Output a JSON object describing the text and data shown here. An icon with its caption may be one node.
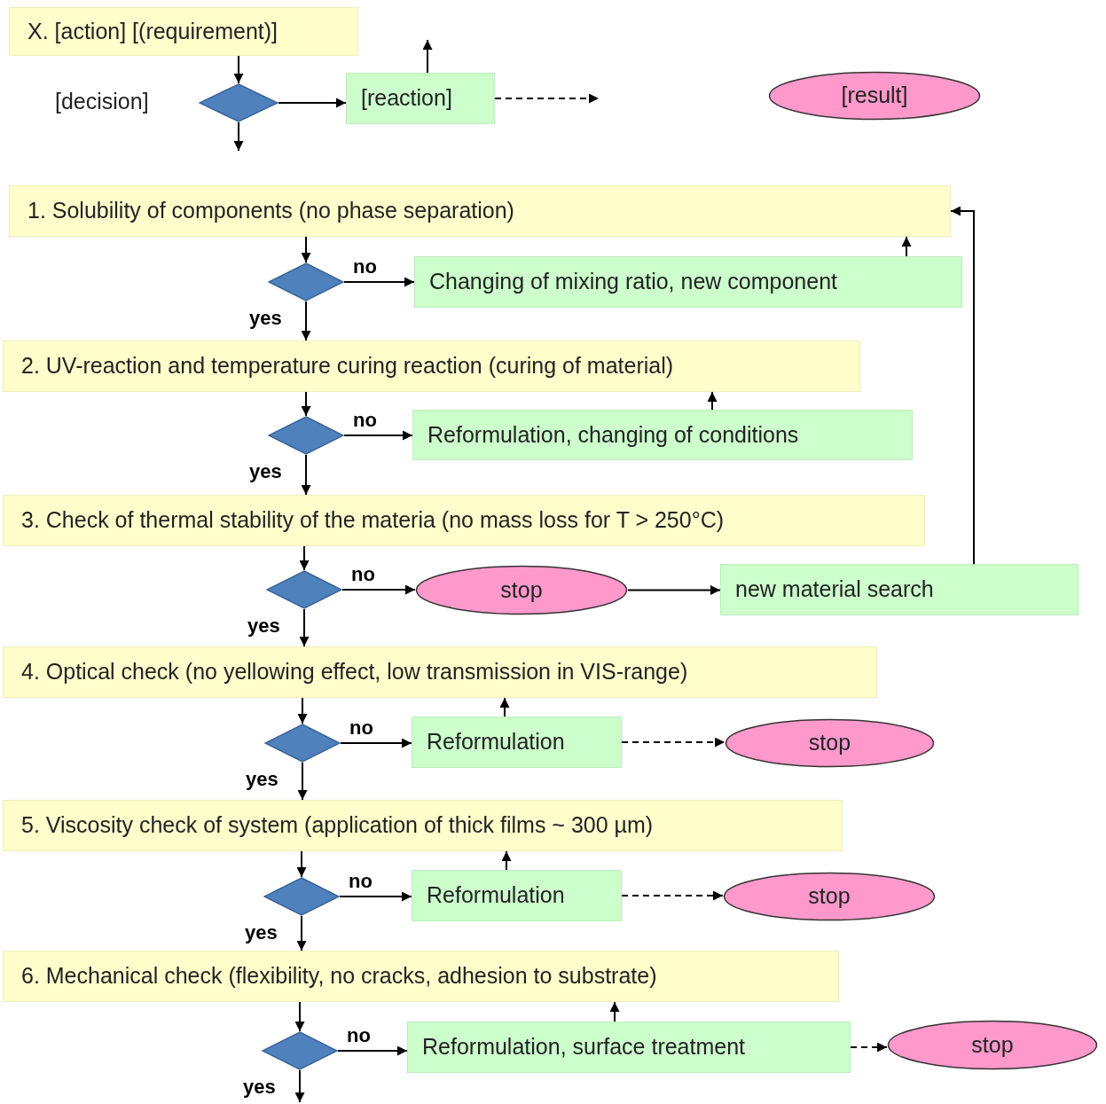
{
  "diagram": {
    "nodes": [
      {
        "text": [
          "X. [action] [(requirement)]"
        ]
      },
      {
        "text": [],
        "shape": "diamond",
        "beside": [
          "[decision]"
        ]
      },
      {
        "text": [
          "[reaction]"
        ]
      },
      {
        "text": [
          "[result]"
        ]
      },
      {
        "text": [
          "1. Solubility of components (no phase separation)"
        ]
      },
      {
        "text": [],
        "shape": "diamond"
      },
      {
        "text": [
          "Changing of mixing ratio, new component"
        ]
      },
      {
        "text": [
          "2. UV-reaction and temperature curing reaction (curing of material)"
        ]
      },
      {
        "text": [],
        "shape": "diamond"
      },
      {
        "text": [
          "Reformulation, changing of conditions"
        ]
      },
      {
        "text": [
          "3. Check of thermal stability of the materia (no mass loss for T > 250°C)"
        ]
      },
      {
        "text": [],
        "shape": "diamond"
      },
      {
        "text": [
          "stop"
        ]
      },
      {
        "text": [
          "new material search"
        ]
      },
      {
        "text": [
          "4. Optical check (no yellowing effect, low transmission in VIS-range)"
        ]
      },
      {
        "text": [],
        "shape": "diamond"
      },
      {
        "text": [
          "Reformulation"
        ]
      },
      {
        "text": [
          "stop"
        ]
      },
      {
        "text": [
          "5. Viscosity check of system (application of thick films ~ 300 µm)"
        ]
      },
      {
        "text": [],
        "shape": "diamond"
      },
      {
        "text": [
          "Reformulation"
        ]
      },
      {
        "text": [
          "stop"
        ]
      },
      {
        "text": [
          "6. Mechanical check (flexibility, no cracks, adhesion to substrate)"
        ]
      },
      {
        "text": [],
        "shape": "diamond"
      },
      {
        "text": [
          "Reformulation, surface treatment"
        ]
      },
      {
        "text": [
          "stop"
        ]
      }
    ],
    "edges": [
      {
        "from": 0,
        "to": 1,
        "arrow": "to"
      },
      {
        "from": 1,
        "to": null,
        "arrow": "to"
      },
      {
        "from": 1,
        "to": 2,
        "arrow": "to"
      },
      {
        "from": 2,
        "to": null,
        "arrow": "to"
      },
      {
        "from": 2,
        "to": null,
        "arrow": "to",
        "style": "dashed"
      },
      {
        "from": 4,
        "to": 5,
        "arrow": "to"
      },
      {
        "from": 5,
        "to": 6,
        "arrow": "to",
        "label": "no"
      },
      {
        "from": 5,
        "to": 7,
        "arrow": "to",
        "label": "yes"
      },
      {
        "from": 6,
        "to": 4,
        "arrow": "to"
      },
      {
        "from": 7,
        "to": 8,
        "arrow": "to"
      },
      {
        "from": 8,
        "to": 9,
        "arrow": "to",
        "label": "no"
      },
      {
        "from": 8,
        "to": 10,
        "arrow": "to",
        "label": "yes"
      },
      {
        "from": 9,
        "to": 7,
        "arrow": "to"
      },
      {
        "from": 10,
        "to": 11,
        "arrow": "to"
      },
      {
        "from": 11,
        "to": 12,
        "arrow": "to",
        "label": "no"
      },
      {
        "from": 11,
        "to": 14,
        "arrow": "to",
        "label": "yes"
      },
      {
        "from": 12,
        "to": 13,
        "arrow": "to"
      },
      {
        "from": 13,
        "to": 4,
        "arrow": "to"
      },
      {
        "from": 14,
        "to": 15,
        "arrow": "to"
      },
      {
        "from": 15,
        "to": 16,
        "arrow": "to",
        "label": "no"
      },
      {
        "from": 15,
        "to": 18,
        "arrow": "to",
        "label": "yes"
      },
      {
        "from": 16,
        "to": 14,
        "arrow": "to"
      },
      {
        "from": 16,
        "to": 17,
        "arrow": "to",
        "style": "dashed"
      },
      {
        "from": 18,
        "to": 19,
        "arrow": "to"
      },
      {
        "from": 19,
        "to": 20,
        "arrow": "to",
        "label": "no"
      },
      {
        "from": 19,
        "to": 22,
        "arrow": "to",
        "label": "yes"
      },
      {
        "from": 20,
        "to": 18,
        "arrow": "to"
      },
      {
        "from": 20,
        "to": 21,
        "arrow": "to",
        "style": "dashed"
      },
      {
        "from": 22,
        "to": 23,
        "arrow": "to"
      },
      {
        "from": 23,
        "to": 24,
        "arrow": "to",
        "label": "no"
      },
      {
        "from": 23,
        "to": null,
        "arrow": "to",
        "label": "yes"
      },
      {
        "from": 24,
        "to": 22,
        "arrow": "to"
      },
      {
        "from": 24,
        "to": 25,
        "arrow": "to",
        "style": "dashed"
      }
    ]
  }
}
